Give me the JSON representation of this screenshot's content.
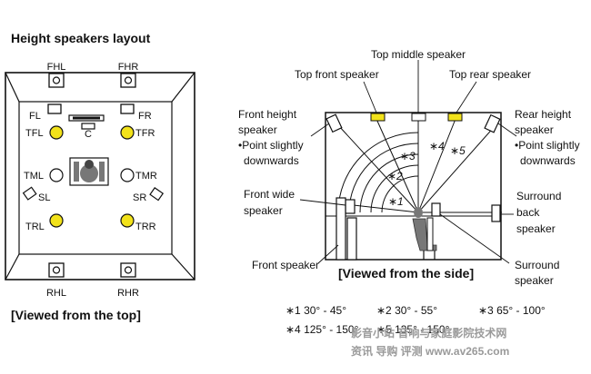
{
  "title": "Height speakers layout",
  "top_view": {
    "caption": "[Viewed from the top]",
    "labels": {
      "fhl": "FHL",
      "fhr": "FHR",
      "fl": "FL",
      "fr": "FR",
      "c": "C",
      "tfl": "TFL",
      "tfr": "TFR",
      "tml": "TML",
      "tmr": "TMR",
      "sl": "SL",
      "sr": "SR",
      "trl": "TRL",
      "trr": "TRR",
      "rhl": "RHL",
      "rhr": "RHR"
    }
  },
  "side_view": {
    "caption": "[Viewed from the side]",
    "top_middle": "Top middle speaker",
    "top_front": "Top front speaker",
    "top_rear": "Top rear speaker",
    "front_height": [
      "Front height",
      "speaker",
      "•Point slightly",
      "downwards"
    ],
    "rear_height": [
      "Rear height",
      "speaker",
      "•Point slightly",
      "downwards"
    ],
    "front_wide": [
      "Front wide",
      "speaker"
    ],
    "front_speaker": "Front speaker",
    "surround_back": [
      "Surround",
      "back",
      "speaker"
    ],
    "surround_speaker": [
      "Surround",
      "speaker"
    ],
    "angle_marks": [
      "∗1",
      "∗2",
      "∗3",
      "∗4",
      "∗5"
    ]
  },
  "notes": [
    "∗1 30° - 45°",
    "∗2 30° - 55°",
    "∗3 65° - 100°",
    "∗4 125° - 150°",
    "∗5 135° - 150°"
  ],
  "watermark": [
    "影音小站 音响与家庭影院技术网",
    "资讯 导购 评测  www.av265.com"
  ],
  "colors": {
    "top_speaker": "#f2e21a",
    "line": "#111111",
    "furniture": "#777777"
  }
}
